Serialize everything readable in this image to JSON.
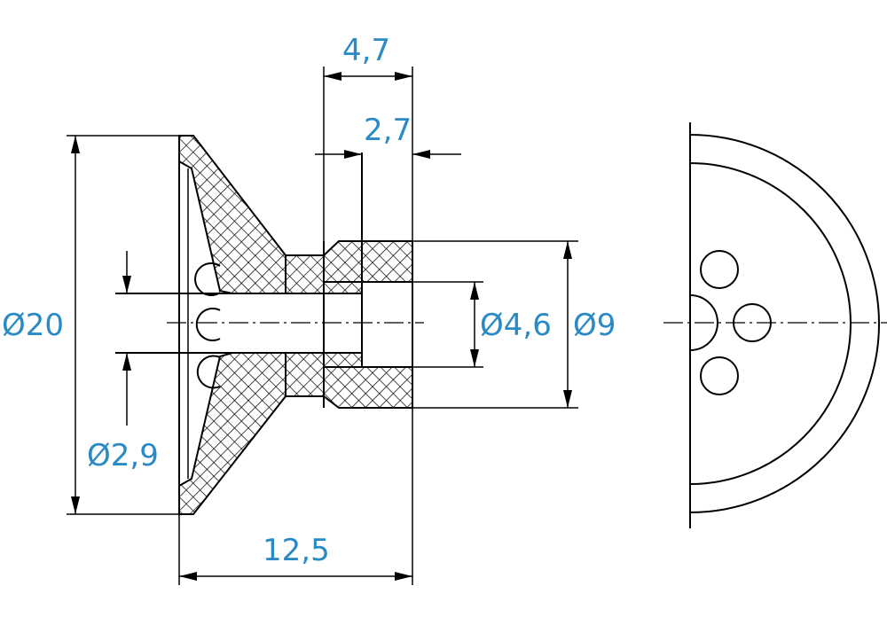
{
  "drawing": {
    "accent_color": "#2a8ac6",
    "line_color": "#000000",
    "dimensions": {
      "diameter_outer": "Ø20",
      "diameter_hole": "Ø2,9",
      "diameter_bore": "Ø4,6",
      "diameter_shaft": "Ø9",
      "length_total": "12,5",
      "length_shaft": "4,7",
      "length_bore": "2,7"
    }
  }
}
